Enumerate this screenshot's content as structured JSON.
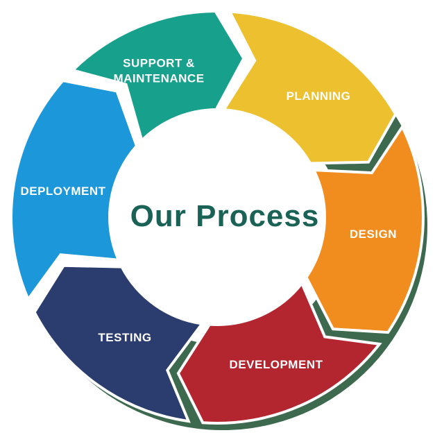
{
  "title": {
    "text": "Our Process",
    "color": "#1a6255"
  },
  "canvas": {
    "background": "#ffffff",
    "size": 627
  },
  "shadow_ring_color": "#3d6a4f",
  "label_color": "#ffffff",
  "flow": "clockwise",
  "segments": [
    {
      "id": "planning",
      "label": "PLANNING",
      "lines": [
        "PLANNING"
      ],
      "color": "#edc02f",
      "start": 271.5,
      "end": 332
    },
    {
      "id": "design",
      "label": "DESIGN",
      "lines": [
        "DESIGN"
      ],
      "color": "#f08d1e",
      "start": 332,
      "end": 396
    },
    {
      "id": "development",
      "label": "DEVELOPMENT",
      "lines": [
        "DEVELOPMENT"
      ],
      "color": "#b4262f",
      "start": 396,
      "end": 456
    },
    {
      "id": "testing",
      "label": "TESTING",
      "lines": [
        "TESTING"
      ],
      "color": "#2b3c6e",
      "start": 456,
      "end": 514.5
    },
    {
      "id": "deployment",
      "label": "DEPLOYMENT",
      "lines": [
        "DEPLOYMENT"
      ],
      "color": "#1b97da",
      "start": 514.5,
      "end": 583.5
    },
    {
      "id": "support-maintenance",
      "label": "SUPPORT & MAINTENANCE",
      "lines": [
        "SUPPORT &",
        "MAINTENANCE"
      ],
      "color": "#17a18c",
      "start": 583.5,
      "end": 631.5
    }
  ]
}
